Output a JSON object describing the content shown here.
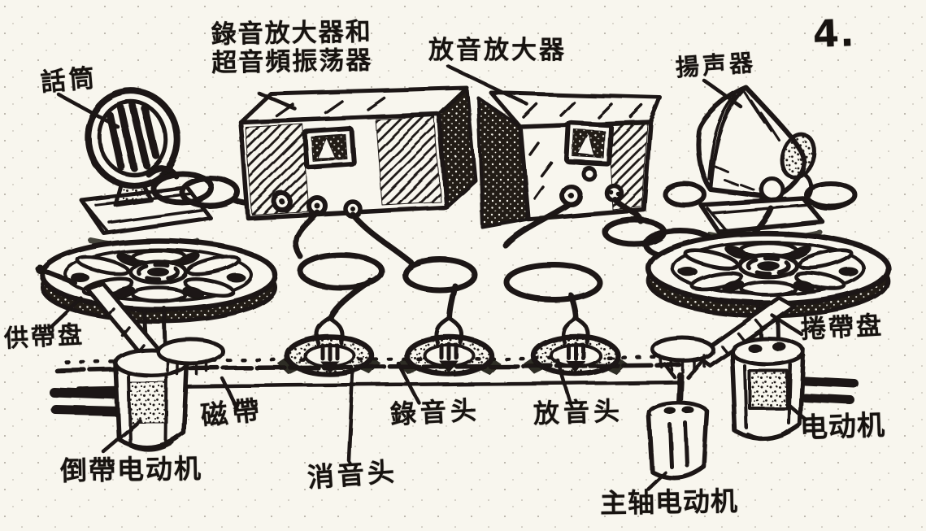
{
  "figure": {
    "number": "4."
  },
  "labels": {
    "microphone": "話筒",
    "recording_amplifier_line1": "錄音放大器和",
    "recording_amplifier_line2": "超音頻振荡器",
    "playback_amplifier": "放音放大器",
    "speaker": "揚声器",
    "supply_reel": "供帶盘",
    "tape": "磁帶",
    "rewind_motor": "倒帶电动机",
    "erase_head": "消音头",
    "record_head": "錄音头",
    "playback_head": "放音头",
    "spindle_motor": "主轴电动机",
    "motor": "电动机",
    "takeup_reel": "捲帶盘"
  },
  "colors": {
    "ink": "#1a1612",
    "paper": "#f8f6ee"
  }
}
